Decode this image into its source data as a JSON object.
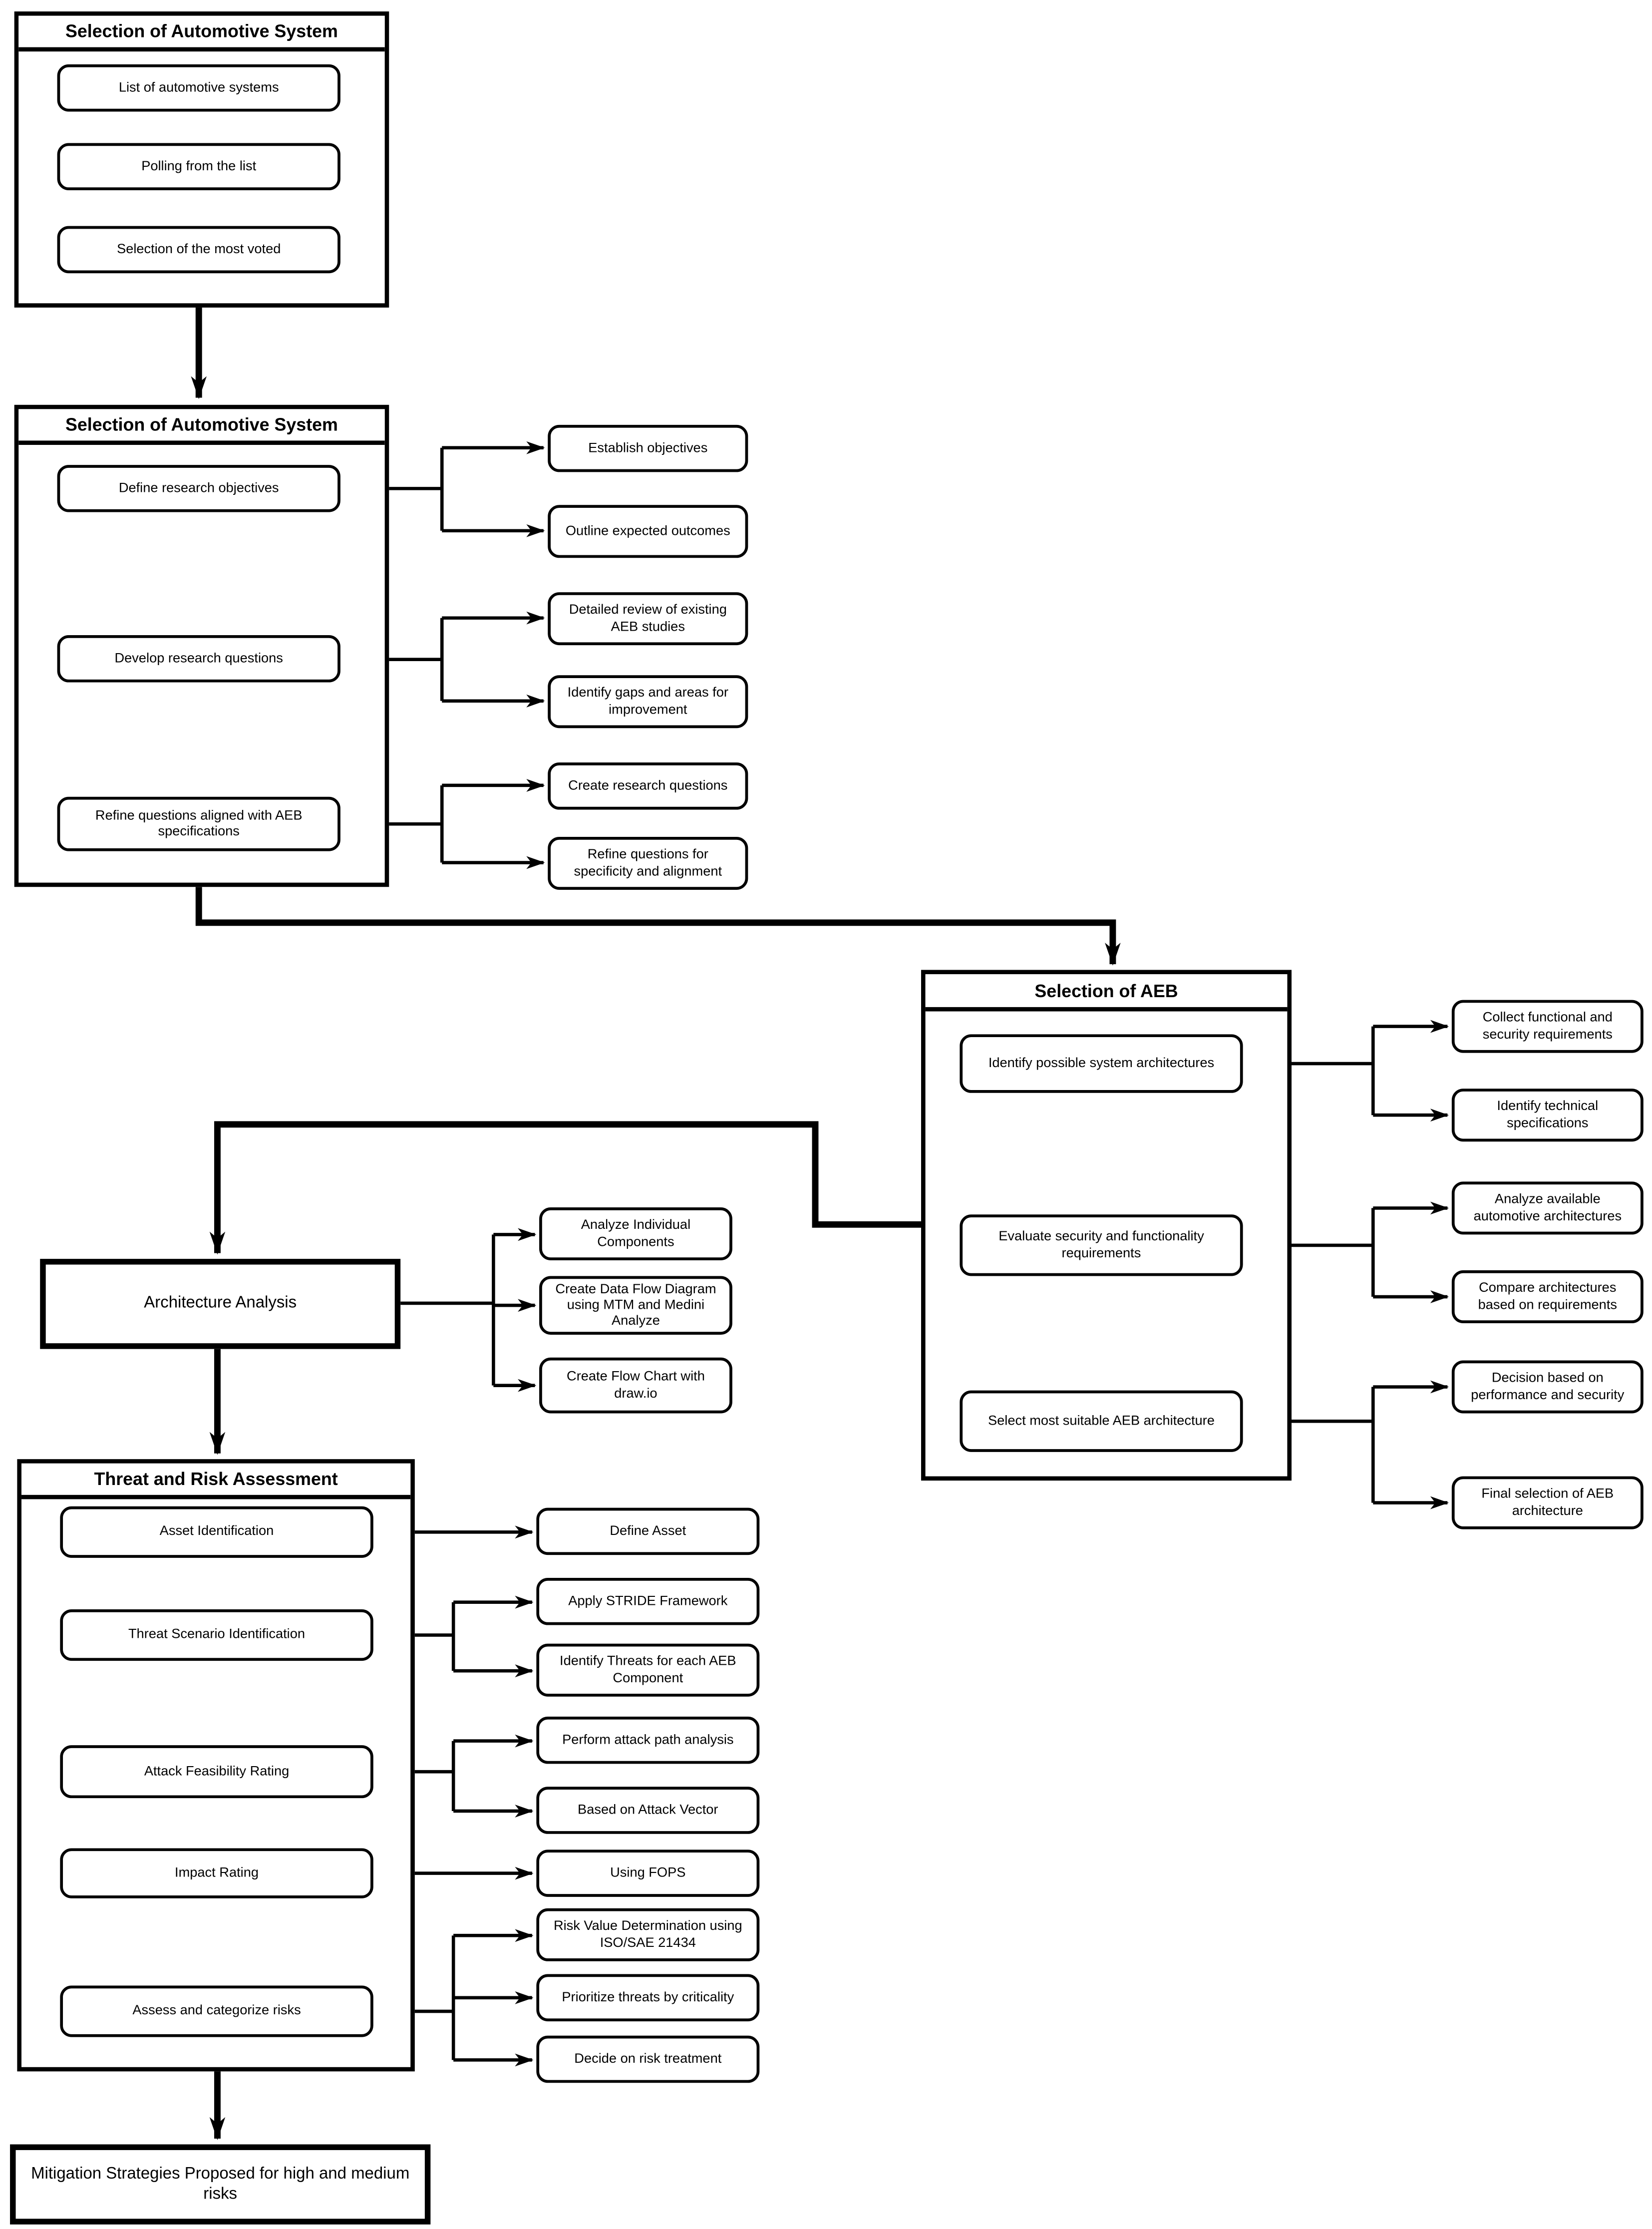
{
  "section1": {
    "title": "Selection of Automotive System",
    "items": [
      "List of automotive systems",
      "Polling from the list",
      "Selection of the most voted"
    ]
  },
  "section2": {
    "title": "Selection of Automotive System",
    "items": [
      "Define research objectives",
      "Develop research questions",
      "Refine questions aligned with AEB specifications"
    ],
    "outputs": [
      "Establish objectives",
      "Outline expected outcomes",
      "Detailed review of existing AEB studies",
      "Identify gaps and areas for improvement",
      "Create research questions",
      "Refine questions for specificity and alignment"
    ]
  },
  "aeb": {
    "title": "Selection of AEB",
    "items": [
      "Identify possible system architectures",
      "Evaluate security and functionality requirements",
      "Select most suitable AEB architecture"
    ],
    "outputs": [
      "Collect functional and security requirements",
      "Identify technical specifications",
      "Analyze available automotive architectures",
      "Compare architectures based on requirements",
      "Decision based on performance and security",
      "Final selection of AEB architecture"
    ]
  },
  "architecture": {
    "title": "Architecture Analysis",
    "outputs": [
      "Analyze Individual Components",
      "Create Data Flow Diagram using MTM and Medini Analyze",
      "Create Flow Chart with draw.io"
    ]
  },
  "threat": {
    "title": "Threat and Risk Assessment",
    "items": [
      "Asset Identification",
      "Threat Scenario Identification",
      "Attack Feasibility Rating",
      "Impact Rating",
      "Assess and categorize risks"
    ],
    "outputs": [
      "Define Asset",
      "Apply STRIDE Framework",
      "Identify Threats for each AEB Component",
      "Perform attack path analysis",
      "Based on Attack Vector",
      "Using FOPS",
      "Risk Value Determination using ISO/SAE 21434",
      "Prioritize threats by criticality",
      "Decide on risk treatment"
    ]
  },
  "mitigation": {
    "label": "Mitigation Strategies Proposed for high and medium risks"
  },
  "colors": {
    "line": "#000000",
    "box_fill": "#ffffff",
    "background": "#ffffff"
  }
}
